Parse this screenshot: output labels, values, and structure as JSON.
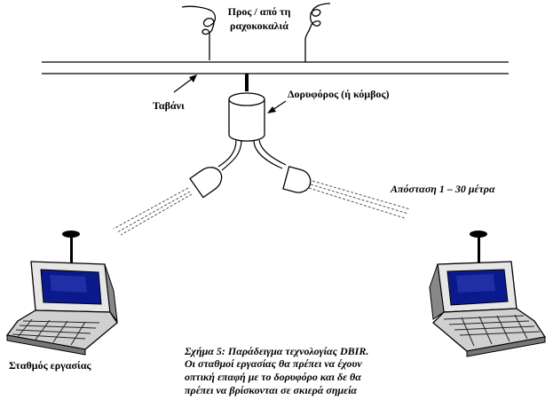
{
  "labels": {
    "backbone_line1": "Προς / από τη",
    "backbone_line2": "ραχοκοκαλιά",
    "ceiling": "Ταβάνι",
    "satellite": "Δορυφόρος (ή κόμβος)",
    "distance": "Απόσταση 1 – 30 μέτρα",
    "workstation": "Σταθμός εργασίας"
  },
  "caption": {
    "line1": "Σχήμα 5: Παράδειγμα τεχνολογίας DBIR.",
    "line2": "Οι σταθμοί εργασίας θα πρέπει να έχουν",
    "line3": "οπτική επαφή με το δορυφόρο και δε θα",
    "line4": "πρέπει να βρίσκονται σε σκιερά σημεία"
  },
  "colors": {
    "screen": "#0a1a8c",
    "screen_glare": "#3344c0",
    "line": "#000000",
    "beam": "#555555"
  }
}
